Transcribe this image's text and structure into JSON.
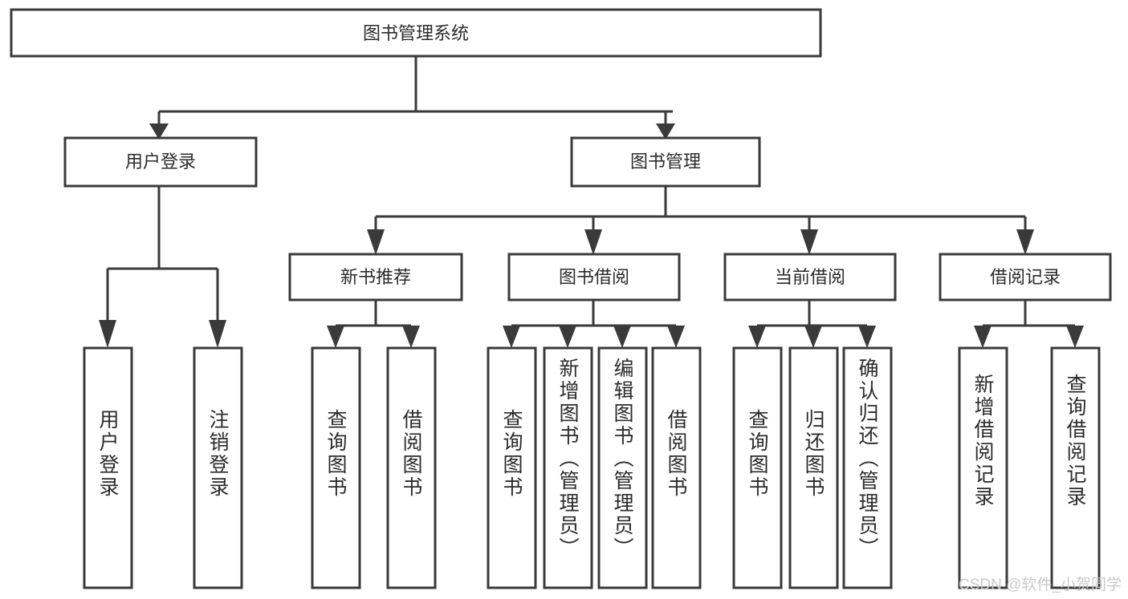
{
  "diagram": {
    "title": "图书管理系统",
    "type": "hierarchy-tree",
    "root": {
      "id": "root",
      "label": "图书管理系统"
    },
    "level2": [
      {
        "id": "user-login",
        "label": "用户登录"
      },
      {
        "id": "book-manage",
        "label": "图书管理"
      }
    ],
    "level3": [
      {
        "id": "new-book-recommend",
        "label": "新书推荐"
      },
      {
        "id": "book-borrow",
        "label": "图书借阅"
      },
      {
        "id": "current-borrow",
        "label": "当前借阅"
      },
      {
        "id": "borrow-record",
        "label": "借阅记录"
      }
    ],
    "leaves": {
      "user_login": [
        {
          "id": "leaf-user-login",
          "label": "用户登录"
        },
        {
          "id": "leaf-logout-login",
          "label": "注销登录"
        }
      ],
      "new_book_recommend": [
        {
          "id": "leaf-query-book-1",
          "label": "查询图书"
        },
        {
          "id": "leaf-borrow-book-1",
          "label": "借阅图书"
        }
      ],
      "book_borrow": [
        {
          "id": "leaf-query-book-2",
          "label": "查询图书"
        },
        {
          "id": "leaf-add-book",
          "label": "新增图书（管理员）"
        },
        {
          "id": "leaf-edit-book",
          "label": "编辑图书（管理员）"
        },
        {
          "id": "leaf-borrow-book-2",
          "label": "借阅图书"
        }
      ],
      "current_borrow": [
        {
          "id": "leaf-query-book-3",
          "label": "查询图书"
        },
        {
          "id": "leaf-return-book",
          "label": "归还图书"
        },
        {
          "id": "leaf-confirm-return",
          "label": "确认归还（管理员）"
        }
      ],
      "borrow_record": [
        {
          "id": "leaf-add-record",
          "label": "新增借阅记录"
        },
        {
          "id": "leaf-query-record",
          "label": "查询借阅记录"
        }
      ]
    }
  },
  "watermark": {
    "text": "CSDN @软件_小贺同学"
  },
  "colors": {
    "box_stroke": "#3a3a3a",
    "box_fill": "#ffffff",
    "text": "#2b2b2b",
    "watermark": "#c9c9c9",
    "background": "#ffffff"
  }
}
